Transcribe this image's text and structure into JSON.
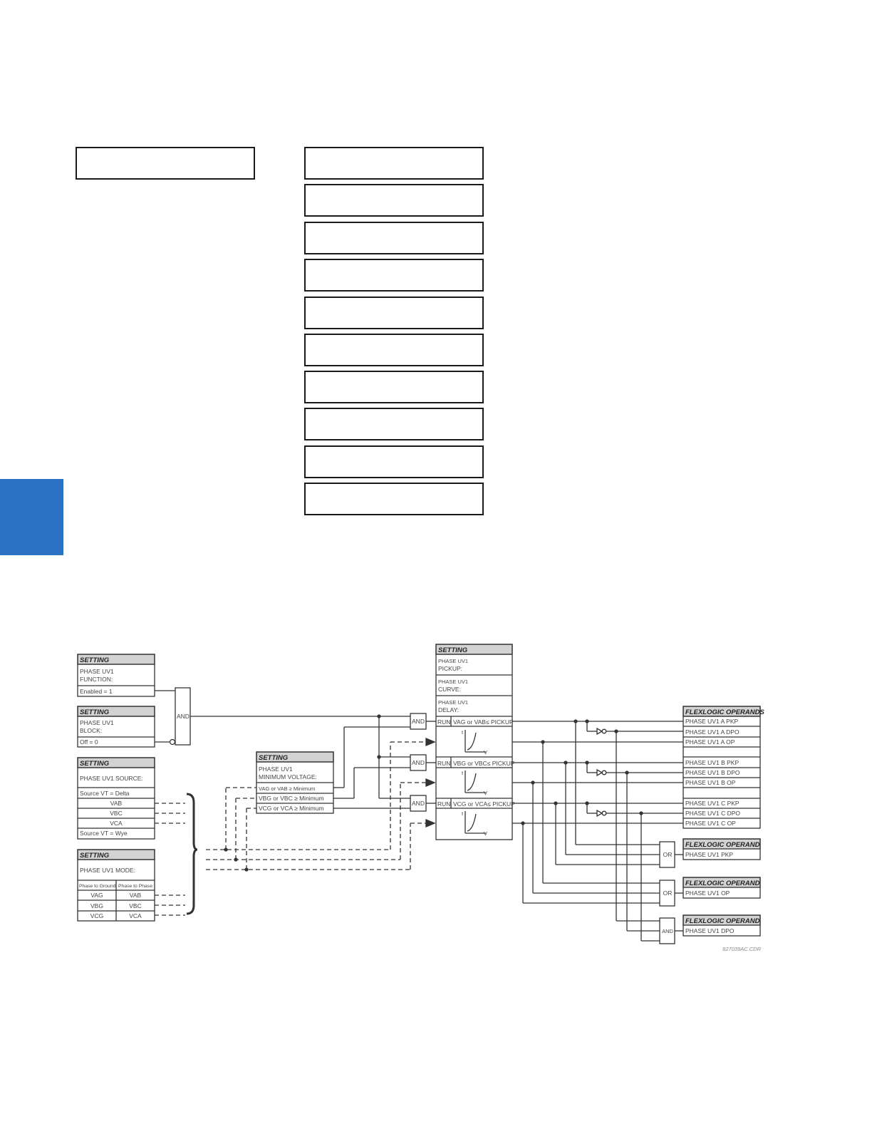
{
  "side_tab_color": "#2b73c2",
  "diagram": {
    "setting_function": {
      "header": "SETTING",
      "name_line1": "PHASE UV1",
      "name_line2": "FUNCTION:",
      "value": "Enabled = 1"
    },
    "setting_block": {
      "header": "SETTING",
      "name_line1": "PHASE UV1",
      "name_line2": "BLOCK:",
      "value": "Off = 0"
    },
    "gate_main": "AND",
    "setting_source": {
      "header": "SETTING",
      "name": "PHASE UV1 SOURCE:",
      "row_delta": "Source VT = Delta",
      "vab": "VAB",
      "vbc": "VBC",
      "vca": "VCA",
      "row_wye": "Source VT = Wye"
    },
    "setting_mode": {
      "header": "SETTING",
      "name": "PHASE UV1 MODE:",
      "col1": "Phase to Ground",
      "col2": "Phase to Phase",
      "rows": [
        [
          "VAG",
          "VAB"
        ],
        [
          "VBG",
          "VBC"
        ],
        [
          "VCG",
          "VCA"
        ]
      ]
    },
    "setting_minvolt": {
      "header": "SETTING",
      "name_line1": "PHASE UV1",
      "name_line2": "MINIMUM VOLTAGE:",
      "rows": [
        "VAG or VAB ≥ Minimum",
        "VBG or VBC ≥  Minimum",
        "VCG or VCA ≥  Minimum"
      ]
    },
    "setting_pickup": {
      "header": "SETTING",
      "pickup_line1": "PHASE UV1",
      "pickup_line2": "PICKUP:",
      "curve_line1": "PHASE UV1",
      "curve_line2": "CURVE:",
      "delay_line1": "PHASE UV1",
      "delay_line2": "DELAY:",
      "run": "RUN",
      "cond_a": "VAG or VAB≤ PICKUP",
      "cond_b": "VBG or VBC≤ PICKUP",
      "cond_c": "VCG or VCA≤ PICKUP",
      "curve_t": "t",
      "curve_v": "V"
    },
    "and_label": "AND",
    "or_label": "OR",
    "operands_main": {
      "header": "FLEXLOGIC OPERANDS",
      "items": [
        "PHASE UV1 A PKP",
        "PHASE UV1 A DPO",
        "PHASE UV1 A OP",
        "PHASE UV1 B PKP",
        "PHASE UV1 B DPO",
        "PHASE UV1 B OP",
        "PHASE UV1 C PKP",
        "PHASE UV1 C DPO",
        "PHASE UV1 C OP"
      ]
    },
    "operand_pkp": {
      "header": "FLEXLOGIC OPERAND",
      "item": "PHASE UV1  PKP"
    },
    "operand_op": {
      "header": "FLEXLOGIC OPERAND",
      "item": "PHASE UV1  OP"
    },
    "operand_dpo": {
      "header": "FLEXLOGIC OPERAND",
      "item": "PHASE UV1  DPO"
    },
    "drawing_code": "827039AC.CDR"
  }
}
